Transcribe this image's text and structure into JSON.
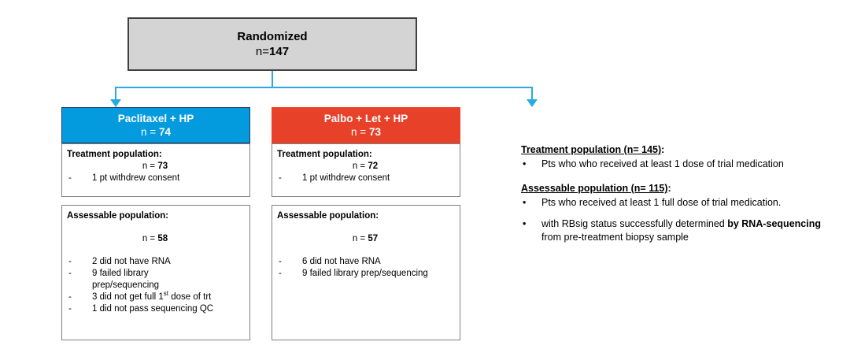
{
  "diagram": {
    "root": {
      "label": "Randomized",
      "count_prefix": "n=",
      "count_value": "147"
    },
    "arms": [
      {
        "header_title": "Paclitaxel + HP",
        "header_count_prefix": "n = ",
        "header_count_value": "74",
        "header_color": "#049bde",
        "treatment": {
          "title": "Treatment population:",
          "count_prefix": "n = ",
          "count_value": "73",
          "notes": [
            {
              "dash": "-",
              "text": "1 pt withdrew consent"
            }
          ]
        },
        "assessable": {
          "title": "Assessable population:",
          "count_prefix": "n = ",
          "count_value": "58",
          "notes": [
            {
              "dash": "-",
              "text": "2 did not have RNA"
            },
            {
              "dash": "-",
              "text": "9 failed library",
              "continuation": "prep/sequencing"
            },
            {
              "dash": "-",
              "text_before_sup": "3 did not get full 1",
              "sup": "st",
              "text_after_sup": " dose of trt"
            },
            {
              "dash": "-",
              "text": "1 did not pass sequencing QC"
            }
          ]
        }
      },
      {
        "header_title": "Palbo + Let + HP",
        "header_count_prefix": "n = ",
        "header_count_value": "73",
        "header_color": "#e8412a",
        "treatment": {
          "title": "Treatment population:",
          "count_prefix": "n = ",
          "count_value": "72",
          "notes": [
            {
              "dash": "-",
              "text": "1 pt withdrew consent"
            }
          ]
        },
        "assessable": {
          "title": "Assessable population:",
          "count_prefix": "n = ",
          "count_value": "57",
          "notes": [
            {
              "dash": "-",
              "text": "6 did not have RNA"
            },
            {
              "dash": "-",
              "text": "9 failed library prep/sequencing"
            }
          ]
        }
      }
    ],
    "connector_color": "#29abe2"
  },
  "legend": {
    "groups": [
      {
        "heading_underlined": "Treatment population (n= 145)",
        "heading_tail": ":",
        "bullets": [
          {
            "marker": "•",
            "text_plain": "Pts who who received at least 1 dose of trial medication"
          }
        ]
      },
      {
        "heading_underlined": "Assessable population (n= 115)",
        "heading_tail": ":",
        "bullets": [
          {
            "marker": "•",
            "text_plain": "Pts who received at least 1 full dose of trial medication."
          },
          {
            "marker": "•",
            "text_before_bold": "with RBsig status successfully determined ",
            "bold_text": "by RNA-sequencing",
            "text_after_bold": " from pre-treatment biopsy sample"
          }
        ]
      }
    ]
  }
}
